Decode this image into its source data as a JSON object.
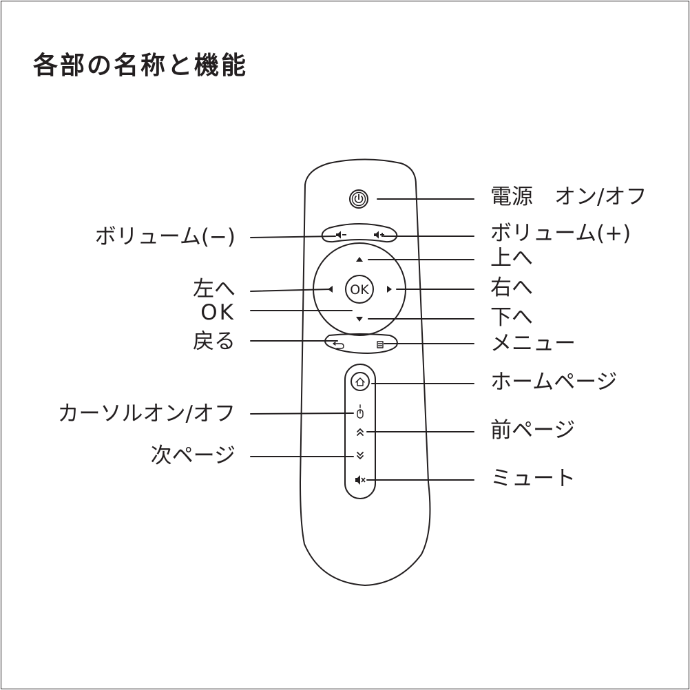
{
  "title": "各部の名称と機能",
  "labels": {
    "power": "電源　オン/オフ",
    "volume_up": "ボリューム(+)",
    "up": "上へ",
    "right": "右へ",
    "down": "下へ",
    "menu": "メニュー",
    "home_page": "ホームページ",
    "prev_page": "前ページ",
    "mute": "ミュート",
    "volume_down": "ボリューム(−)",
    "left": "左へ",
    "ok": "OK",
    "back": "戻る",
    "cursor": "カーソルオン/オフ",
    "next_page": "次ページ"
  },
  "remote": {
    "ok_button_text": "OK"
  },
  "colors": {
    "ink": "#231f20",
    "background": "#ffffff"
  }
}
